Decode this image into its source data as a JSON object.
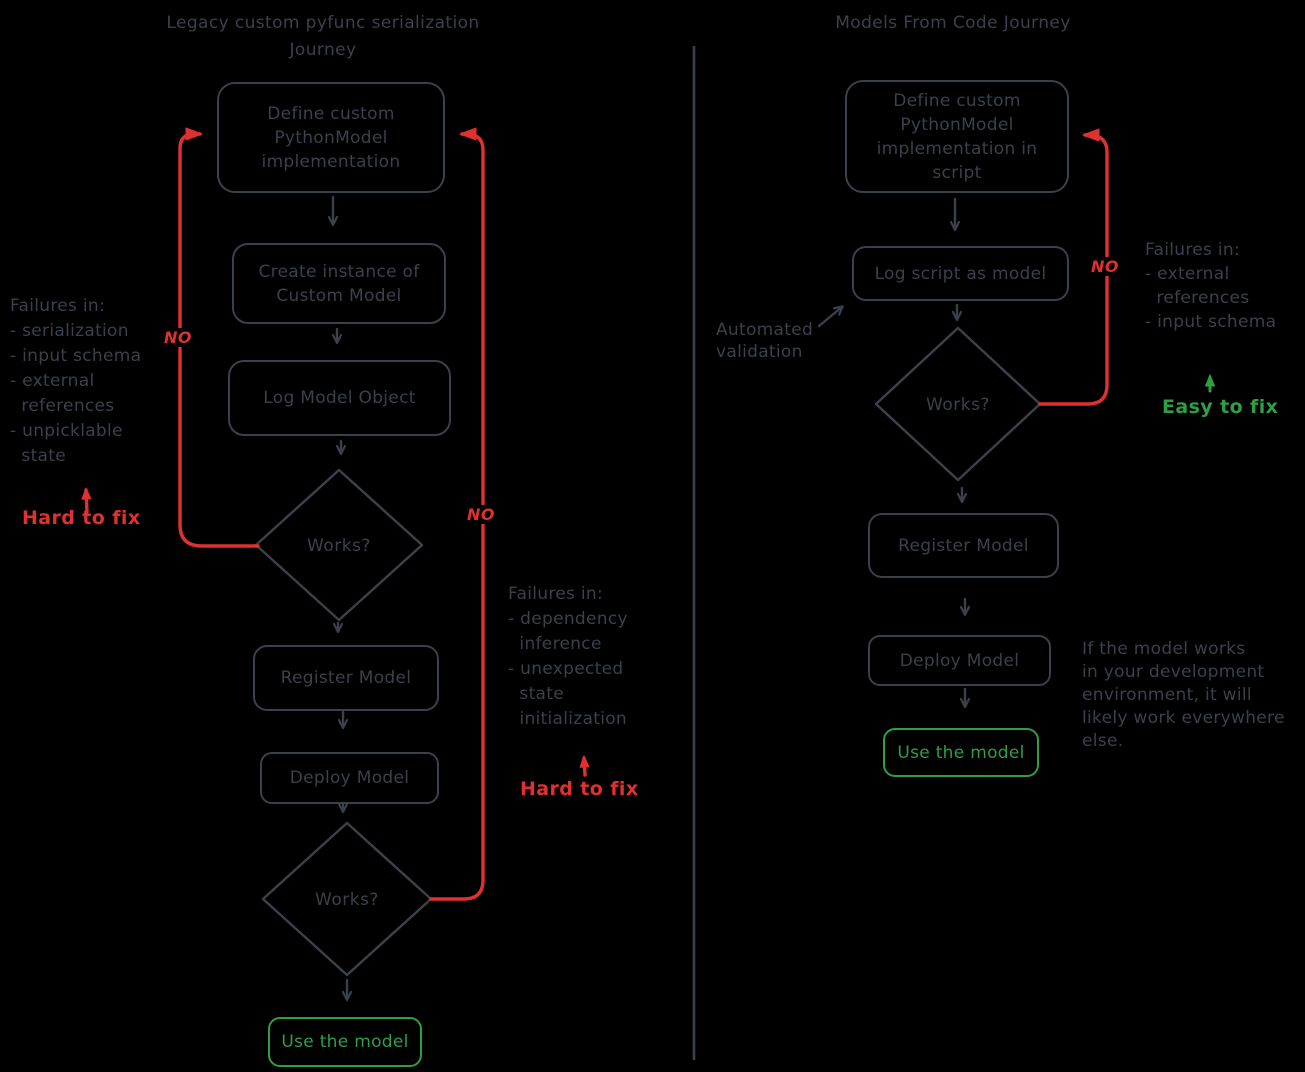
{
  "colors": {
    "background": "#000000",
    "ink": "#3a414a",
    "red": "#e03131",
    "green": "#2f9e44"
  },
  "left_journey": {
    "title": "Legacy custom pyfunc serialization\nJourney",
    "nodes": {
      "define": "Define custom\nPythonModel\nimplementation",
      "create_instance": "Create instance of\nCustom Model",
      "log_model": "Log Model Object",
      "works1": "Works?",
      "register": "Register Model",
      "deploy": "Deploy Model",
      "works2": "Works?",
      "use_model": "Use the model"
    },
    "annotations": {
      "no_left": "NO",
      "no_right": "NO",
      "failures_left": "Failures in:\n- serialization\n- input schema\n- external\n  references\n- unpicklable\n  state",
      "hard_to_fix_left": "Hard to fix",
      "failures_right": "Failures in:\n- dependency\n  inference\n- unexpected\n  state\n  initialization",
      "hard_to_fix_right": "Hard to fix"
    }
  },
  "right_journey": {
    "title": "Models From Code Journey",
    "nodes": {
      "define": "Define custom\nPythonModel\nimplementation in\nscript",
      "log_script": "Log script as model",
      "works": "Works?",
      "register": "Register Model",
      "deploy": "Deploy Model",
      "use_model": "Use the model"
    },
    "annotations": {
      "automated_validation": "Automated\nvalidation",
      "no": "NO",
      "failures": "Failures in:\n- external\n  references\n- input schema",
      "easy_to_fix": "Easy to fix",
      "works_note": "If the model works\nin your development\nenvironment, it will\nlikely work everywhere\nelse."
    }
  }
}
